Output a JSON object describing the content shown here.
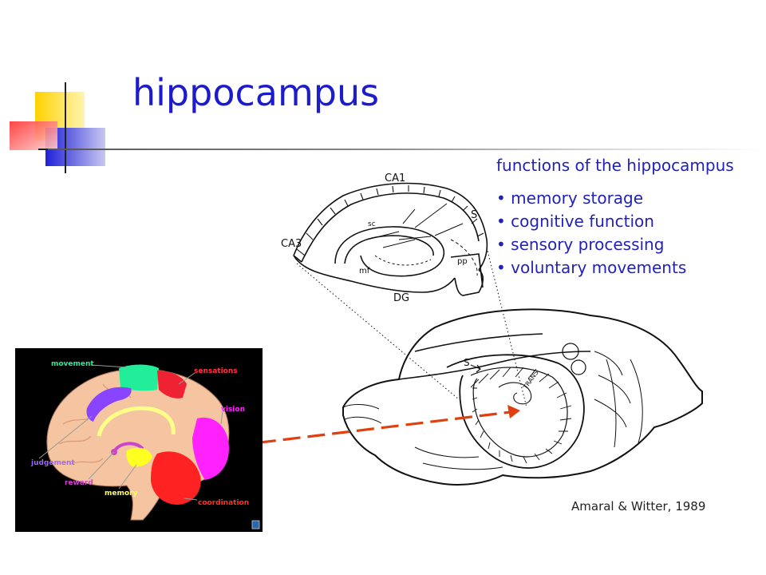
{
  "slide": {
    "title": "hippocampus",
    "functions_heading": "functions of the hippocampus",
    "functions": [
      "memory storage",
      "cognitive function",
      "sensory processing",
      "voluntary movements"
    ],
    "citation": "Amaral & Witter, 1989"
  },
  "hippocampus_diagram": {
    "labels": {
      "ca1": "CA1",
      "ca3": "CA3",
      "s": "S",
      "sc": "sc",
      "mf": "mf",
      "pp": "pp",
      "dg": "DG"
    }
  },
  "rat_brain": {
    "labels": {
      "s": "S",
      "trans": "TRANS"
    }
  },
  "human_brain": {
    "labels": {
      "movement": "movement",
      "sensations": "sensations",
      "vision": "vision",
      "judgement": "judgement",
      "reward": "reward",
      "memory": "memory",
      "coordination": "coordination"
    },
    "colors": {
      "movement": "#22ee99",
      "sensations": "#ee2233",
      "vision": "#ff22ff",
      "judgement": "#8844ff",
      "reward": "#cc44cc",
      "memory": "#ffff22",
      "coordination": "#ff2222",
      "brain": "#f4c5a0"
    }
  },
  "colors": {
    "title": "#1c1ccc",
    "function_text": "#2222bb",
    "arrow": "#e04010"
  }
}
